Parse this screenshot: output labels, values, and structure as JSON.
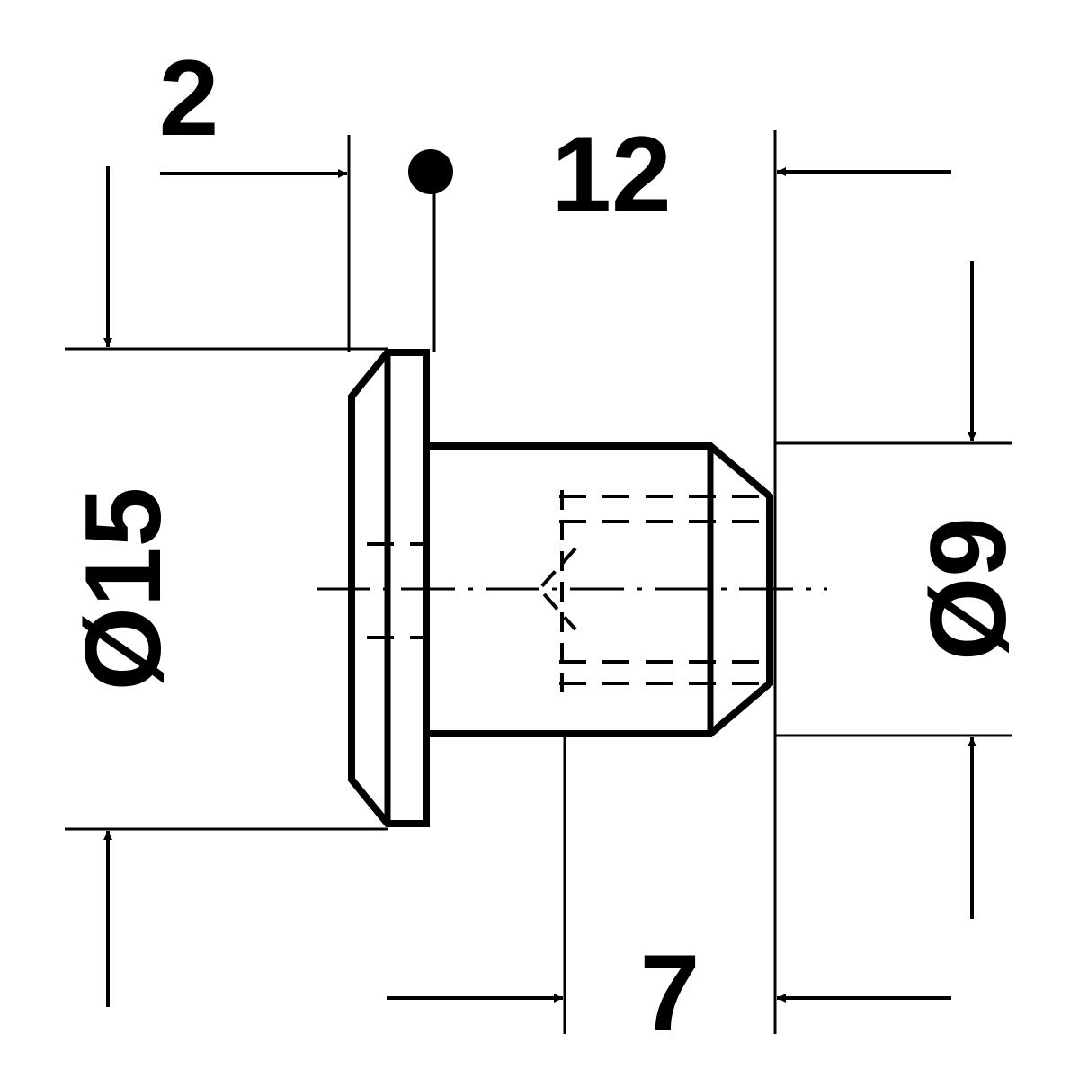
{
  "drawing": {
    "ink_color": "#000000",
    "background_color": "#ffffff",
    "dimensions": {
      "flange_thickness": "2",
      "total_length": "12",
      "flange_diameter": "Ø15",
      "shank_diameter": "Ø9",
      "thread_length": "7"
    }
  }
}
